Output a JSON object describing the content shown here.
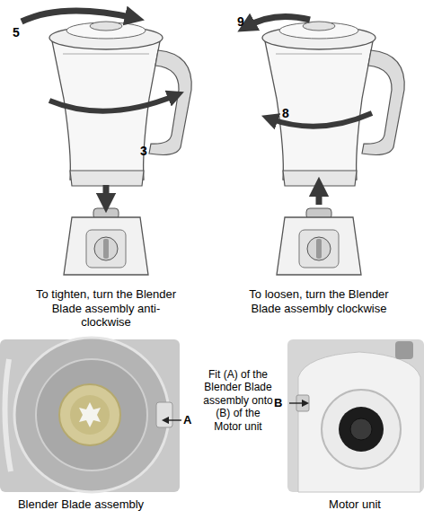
{
  "diagram": {
    "labels": [
      "5",
      "3",
      "To tighten, turn the Blender Blade assembly anti-clockwise",
      "9",
      "8",
      "To loosen, turn the Blender Blade assembly clockwise",
      "A",
      "Fit (A) of the Blender Blade assembly onto (B) of the Motor unit",
      "B",
      "Blender Blade assembly",
      "Motor unit"
    ]
  }
}
